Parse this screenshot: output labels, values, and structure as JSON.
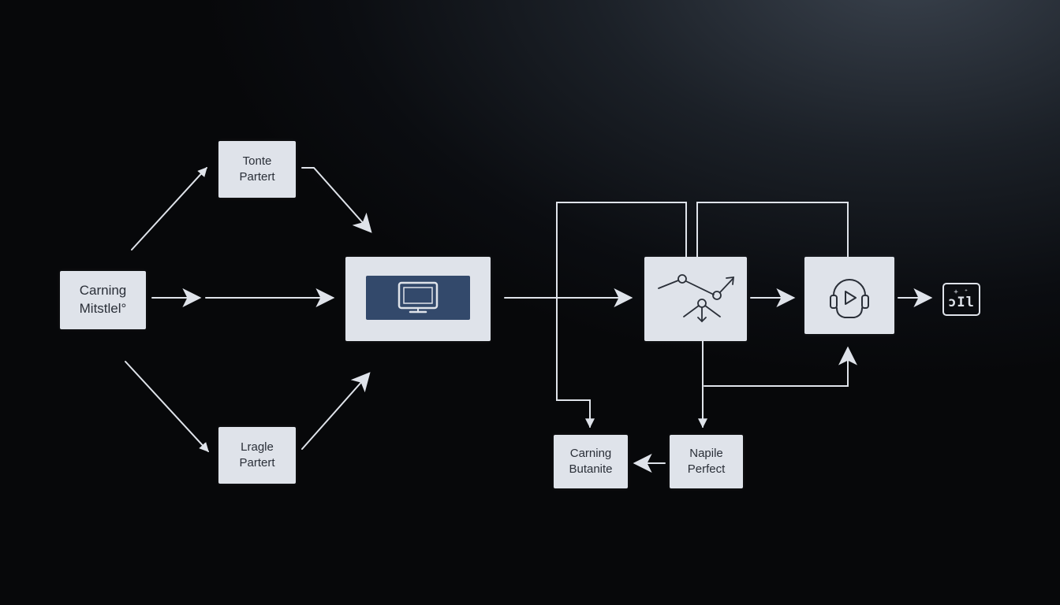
{
  "diagram": {
    "nodes": {
      "source": {
        "line1": "Carning",
        "line2": "Mitstlel°"
      },
      "top": {
        "line1": "Tonte",
        "line2": "Partert"
      },
      "bottom": {
        "line1": "Lragle",
        "line2": "Partert"
      },
      "output_left": {
        "line1": "Carning",
        "line2": "Butanite"
      },
      "output_right": {
        "line1": "Napile",
        "line2": "Perfect"
      }
    },
    "output_icon_glyphs": {
      "top": "+ ⁺",
      "bottom": "ɔIl"
    },
    "icons": {
      "media": "monitor-icon",
      "graph": "network-graph-icon",
      "play": "headphones-play-icon",
      "output": "equalizer-icon"
    },
    "colors": {
      "node_fill": "#dfe3ea",
      "node_text": "#2a2f38",
      "screen_fill": "#33496b",
      "connector": "#dfe3ea",
      "background": "#0b0d11"
    }
  }
}
